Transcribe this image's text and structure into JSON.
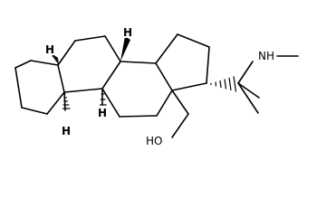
{
  "molecule": {
    "atom_labels": {
      "h5": "H",
      "h8": "H",
      "h9": "H",
      "h10": "H",
      "oh": "HO",
      "nh": "NH"
    }
  }
}
